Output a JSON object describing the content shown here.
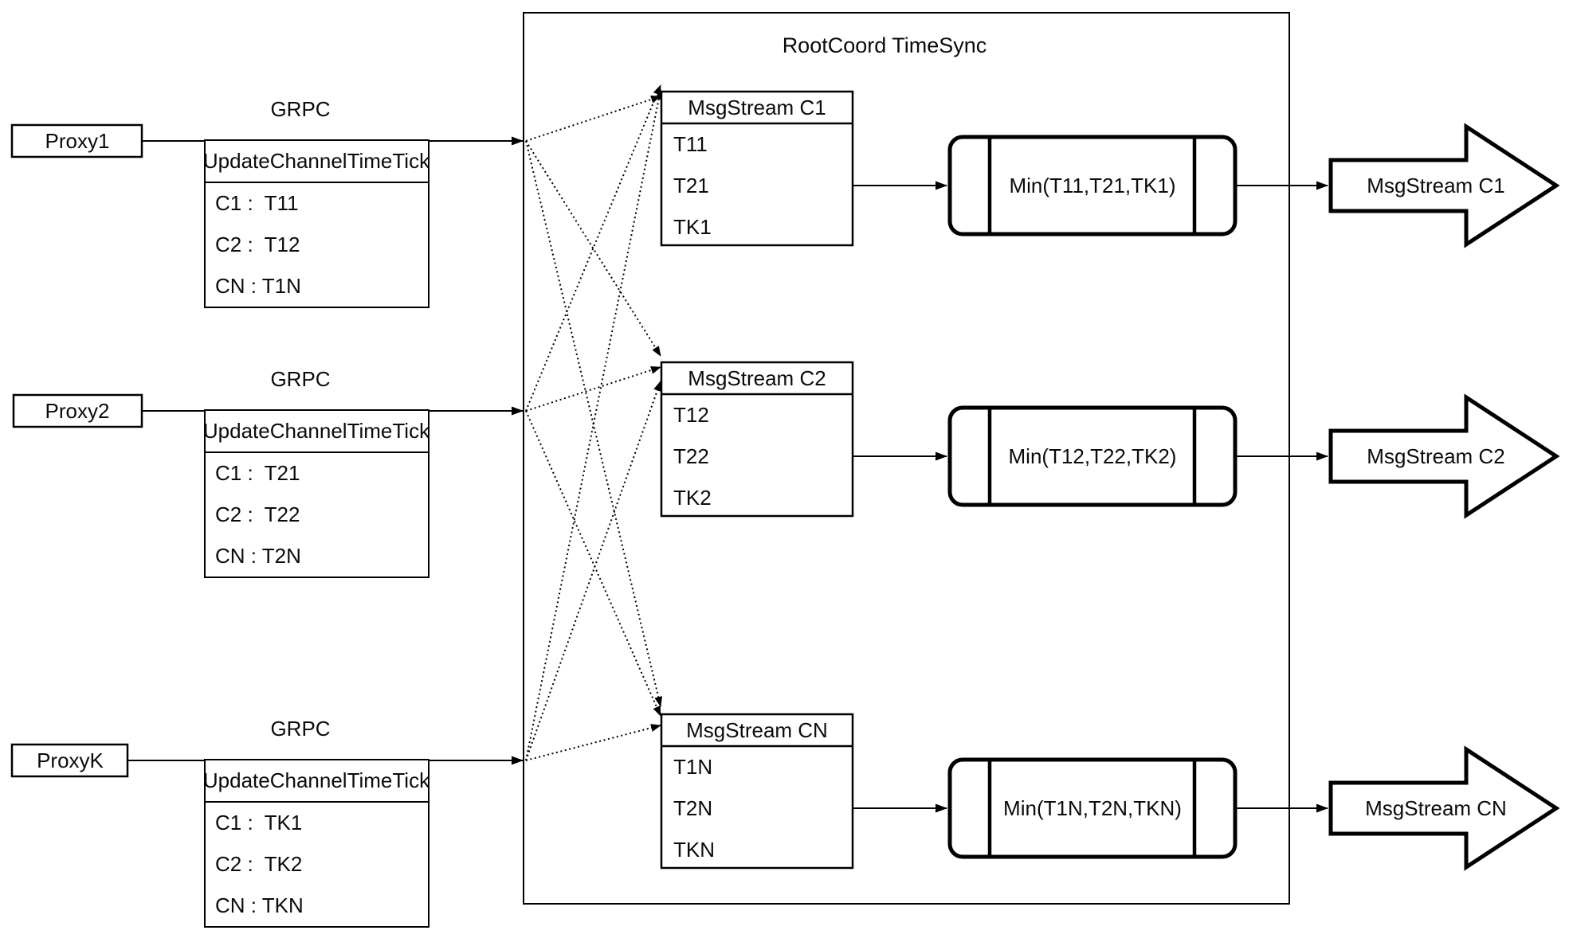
{
  "diagram": {
    "container_title": "RootCoord TimeSync",
    "rows": [
      {
        "proxy_label": "Proxy1",
        "protocol_label": "GRPC",
        "tick_table": {
          "header": "UpdateChannelTimeTick",
          "entries": [
            "C1 :  T11",
            "C2 :  T12",
            "CN : T1N"
          ]
        },
        "msgstream_table": {
          "header": "MsgStream C1",
          "entries": [
            "T11",
            "T21",
            "TK1"
          ]
        },
        "min_label": "Min(T11,T21,TK1)",
        "output_label": "MsgStream C1"
      },
      {
        "proxy_label": "Proxy2",
        "protocol_label": "GRPC",
        "tick_table": {
          "header": "UpdateChannelTimeTick",
          "entries": [
            "C1 :  T21",
            "C2 :  T22",
            "CN : T2N"
          ]
        },
        "msgstream_table": {
          "header": "MsgStream C2",
          "entries": [
            "T12",
            "T22",
            "TK2"
          ]
        },
        "min_label": "Min(T12,T22,TK2)",
        "output_label": "MsgStream C2"
      },
      {
        "proxy_label": "ProxyK",
        "protocol_label": "GRPC",
        "tick_table": {
          "header": "UpdateChannelTimeTick",
          "entries": [
            "C1 :  TK1",
            "C2 :  TK2",
            "CN : TKN"
          ]
        },
        "msgstream_table": {
          "header": "MsgStream CN",
          "entries": [
            "T1N",
            "T2N",
            "TKN"
          ]
        },
        "min_label": "Min(T1N,T2N,TKN)",
        "output_label": "MsgStream CN"
      }
    ]
  }
}
